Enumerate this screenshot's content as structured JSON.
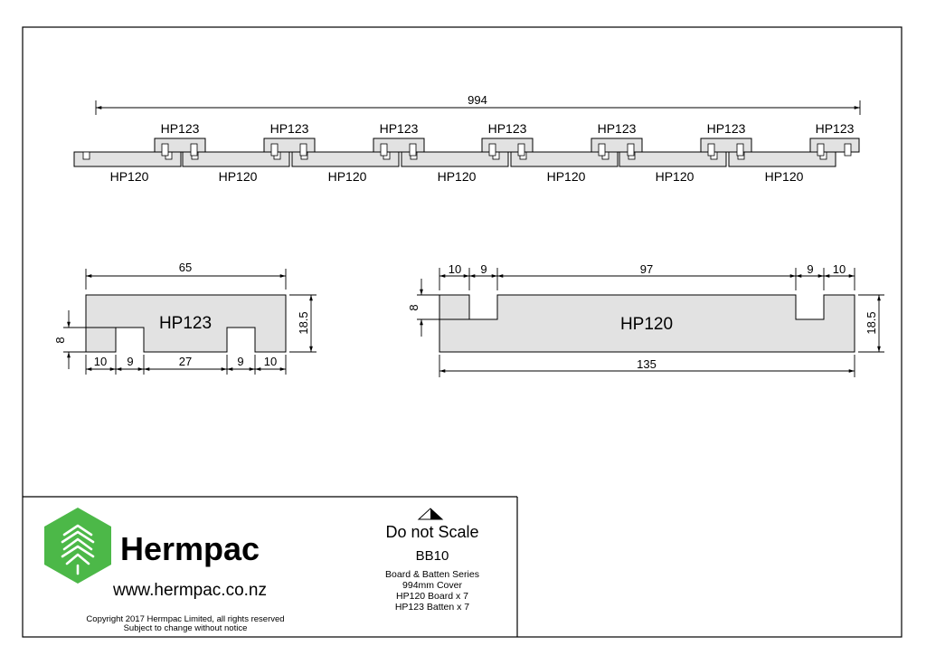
{
  "assembly": {
    "overall_dim": "994",
    "batten_labels": [
      "HP123",
      "HP123",
      "HP123",
      "HP123",
      "HP123",
      "HP123",
      "HP123"
    ],
    "board_labels": [
      "HP120",
      "HP120",
      "HP120",
      "HP120",
      "HP120",
      "HP120",
      "HP120"
    ]
  },
  "batten_detail": {
    "name": "HP123",
    "width": "65",
    "height": "18.5",
    "groove_depth": "8",
    "bottom_dims": [
      "10",
      "9",
      "27",
      "9",
      "10"
    ]
  },
  "board_detail": {
    "name": "HP120",
    "width": "135",
    "height": "18.5",
    "groove_depth": "8",
    "top_dims": [
      "10",
      "9",
      "97",
      "9",
      "10"
    ]
  },
  "title_block": {
    "company": "Hermpac",
    "website": "www.hermpac.co.nz",
    "copyright": "Copyright 2017 Hermpac Limited, all rights reserved",
    "notice": "Subject to change without notice",
    "scale_note": "Do not Scale",
    "drawing_no": "BB10",
    "desc_lines": [
      "Board & Batten Series",
      "994mm Cover",
      "HP120 Board x 7",
      "HP123 Batten x 7"
    ],
    "brand_color": "#4cb848",
    "logo_icon": "house-chevron-logo-icon",
    "scale_icon": "half-filled-triangle-icon"
  }
}
